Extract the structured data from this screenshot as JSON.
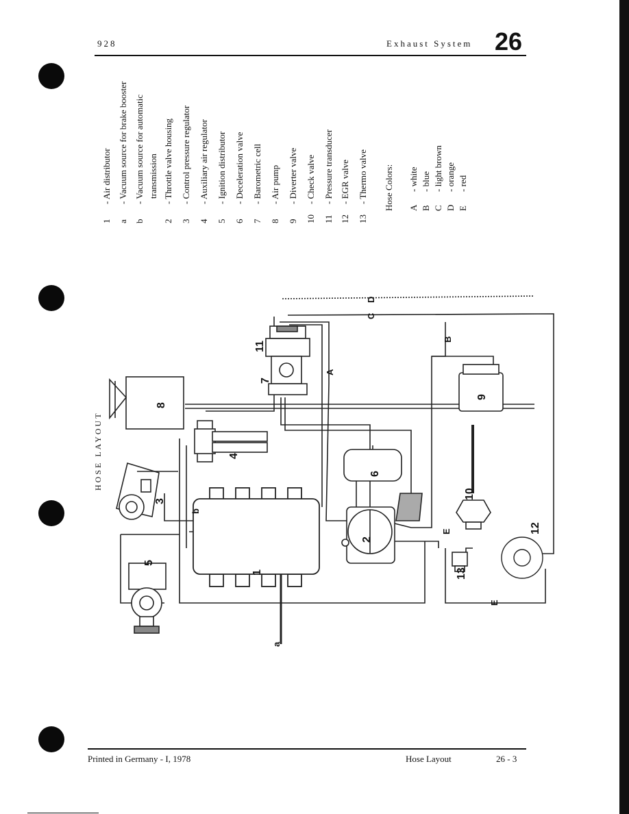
{
  "header": {
    "model": "928",
    "section": "Exhaust System",
    "chapter": "26"
  },
  "legend": {
    "items": [
      {
        "key": "1",
        "label": "Air distributor"
      },
      {
        "key": "a",
        "label": "Vacuum source for brake booster"
      },
      {
        "key": "b",
        "label": "Vacuum source for automatic",
        "label2": "transmission"
      },
      {
        "key": "2",
        "label": "Throttle valve housing"
      },
      {
        "key": "3",
        "label": "Control pressure regulator"
      },
      {
        "key": "4",
        "label": "Auxiliary air regulator"
      },
      {
        "key": "5",
        "label": "Ignition distributor"
      },
      {
        "key": "6",
        "label": "Deceleration valve"
      },
      {
        "key": "7",
        "label": "Barometric cell"
      },
      {
        "key": "8",
        "label": "Air pump"
      },
      {
        "key": "9",
        "label": "Diverter valve"
      },
      {
        "key": "10",
        "label": "Check valve"
      },
      {
        "key": "11",
        "label": "Pressure transducer"
      },
      {
        "key": "12",
        "label": "EGR valve"
      },
      {
        "key": "13",
        "label": "Thermo valve"
      }
    ],
    "hose_title": "Hose Colors:",
    "hoses": [
      {
        "key": "A",
        "label": "white"
      },
      {
        "key": "B",
        "label": "blue"
      },
      {
        "key": "C",
        "label": "light brown"
      },
      {
        "key": "D",
        "label": "orange"
      },
      {
        "key": "E",
        "label": "red"
      }
    ]
  },
  "diagram": {
    "title": "HOSE LAYOUT",
    "parts": {
      "p1": "1",
      "p2": "2",
      "p3": "3",
      "p4": "4",
      "p5": "5",
      "p6": "6",
      "p7": "7",
      "p8": "8",
      "p9": "9",
      "p10": "10",
      "p11": "11",
      "p12": "12",
      "p13": "13"
    },
    "labels": {
      "a": "a",
      "b": "b",
      "A": "A",
      "B": "B",
      "C": "C",
      "D": "D",
      "E1": "E",
      "E2": "E"
    }
  },
  "footer": {
    "printed": "Printed in Germany - I, 1978",
    "section": "Hose Layout",
    "page": "26 - 3"
  }
}
